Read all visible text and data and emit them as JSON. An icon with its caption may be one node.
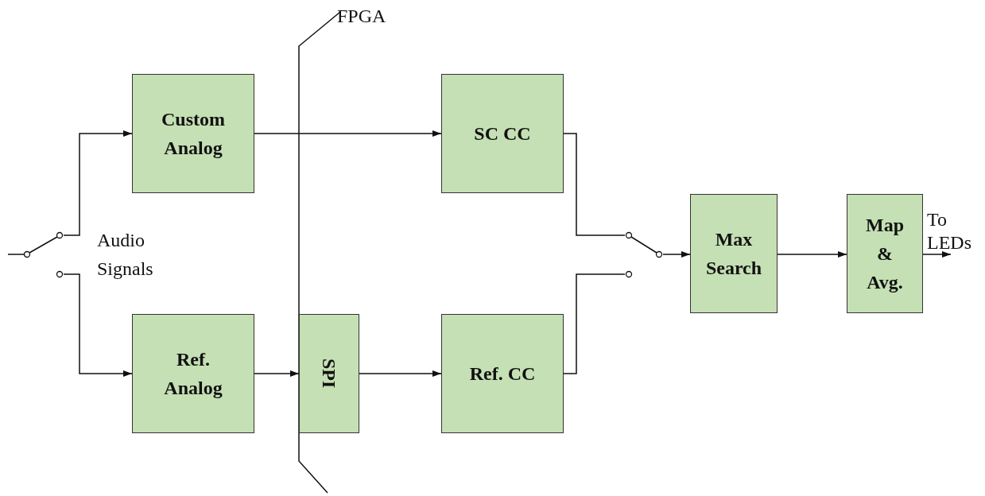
{
  "diagram": {
    "nodes": [
      {
        "text": [
          "Custom Analog"
        ]
      },
      {
        "text": [
          "SC CC"
        ]
      },
      {
        "text": [],
        "shape": "switch"
      },
      {
        "text": [
          "Ref. Analog"
        ]
      },
      {
        "text": [
          "SPI"
        ]
      },
      {
        "text": [
          "Ref. CC"
        ]
      },
      {
        "text": [],
        "shape": "switch"
      },
      {
        "text": [
          "Max Search"
        ]
      },
      {
        "text": [
          "Map & Avg."
        ]
      },
      {
        "text": [
          "To LEDs"
        ]
      }
    ],
    "edges": [
      {
        "from": null,
        "to": 2,
        "arrow": "none"
      },
      {
        "from": 2,
        "to": 0,
        "arrow": "to"
      },
      {
        "from": 2,
        "to": 3,
        "arrow": "to"
      },
      {
        "from": 0,
        "to": 1,
        "arrow": "to"
      },
      {
        "from": 3,
        "to": 4,
        "arrow": "to"
      },
      {
        "from": 4,
        "to": 5,
        "arrow": "to"
      },
      {
        "from": 1,
        "to": 6,
        "arrow": "none"
      },
      {
        "from": 5,
        "to": 6,
        "arrow": "none"
      },
      {
        "from": 6,
        "to": 7,
        "arrow": "to"
      },
      {
        "from": 7,
        "to": 8,
        "arrow": "to"
      },
      {
        "from": 8,
        "to": 9,
        "arrow": "to"
      }
    ],
    "labels": [
      "FPGA",
      "Audio Signals"
    ]
  }
}
